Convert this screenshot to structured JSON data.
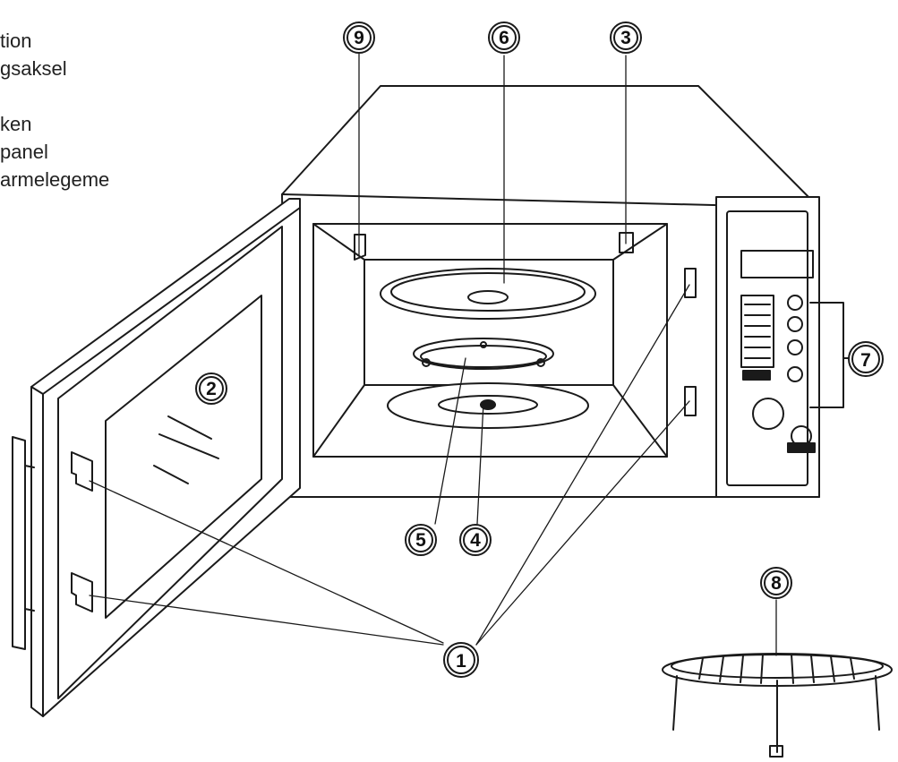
{
  "legend": [
    "tion",
    "gsaksel",
    "",
    "ken",
    "panel",
    "armelegeme"
  ],
  "callouts": {
    "door_latches": "1",
    "door_window": "2",
    "waveguide_cover": "3",
    "turntable_shaft": "4",
    "roller_ring": "5",
    "glass_tray": "6",
    "control_panel": "7",
    "grill_rack": "8",
    "grill_heater": "9"
  },
  "colors": {
    "line": "#1a1a1a",
    "background": "#ffffff"
  }
}
